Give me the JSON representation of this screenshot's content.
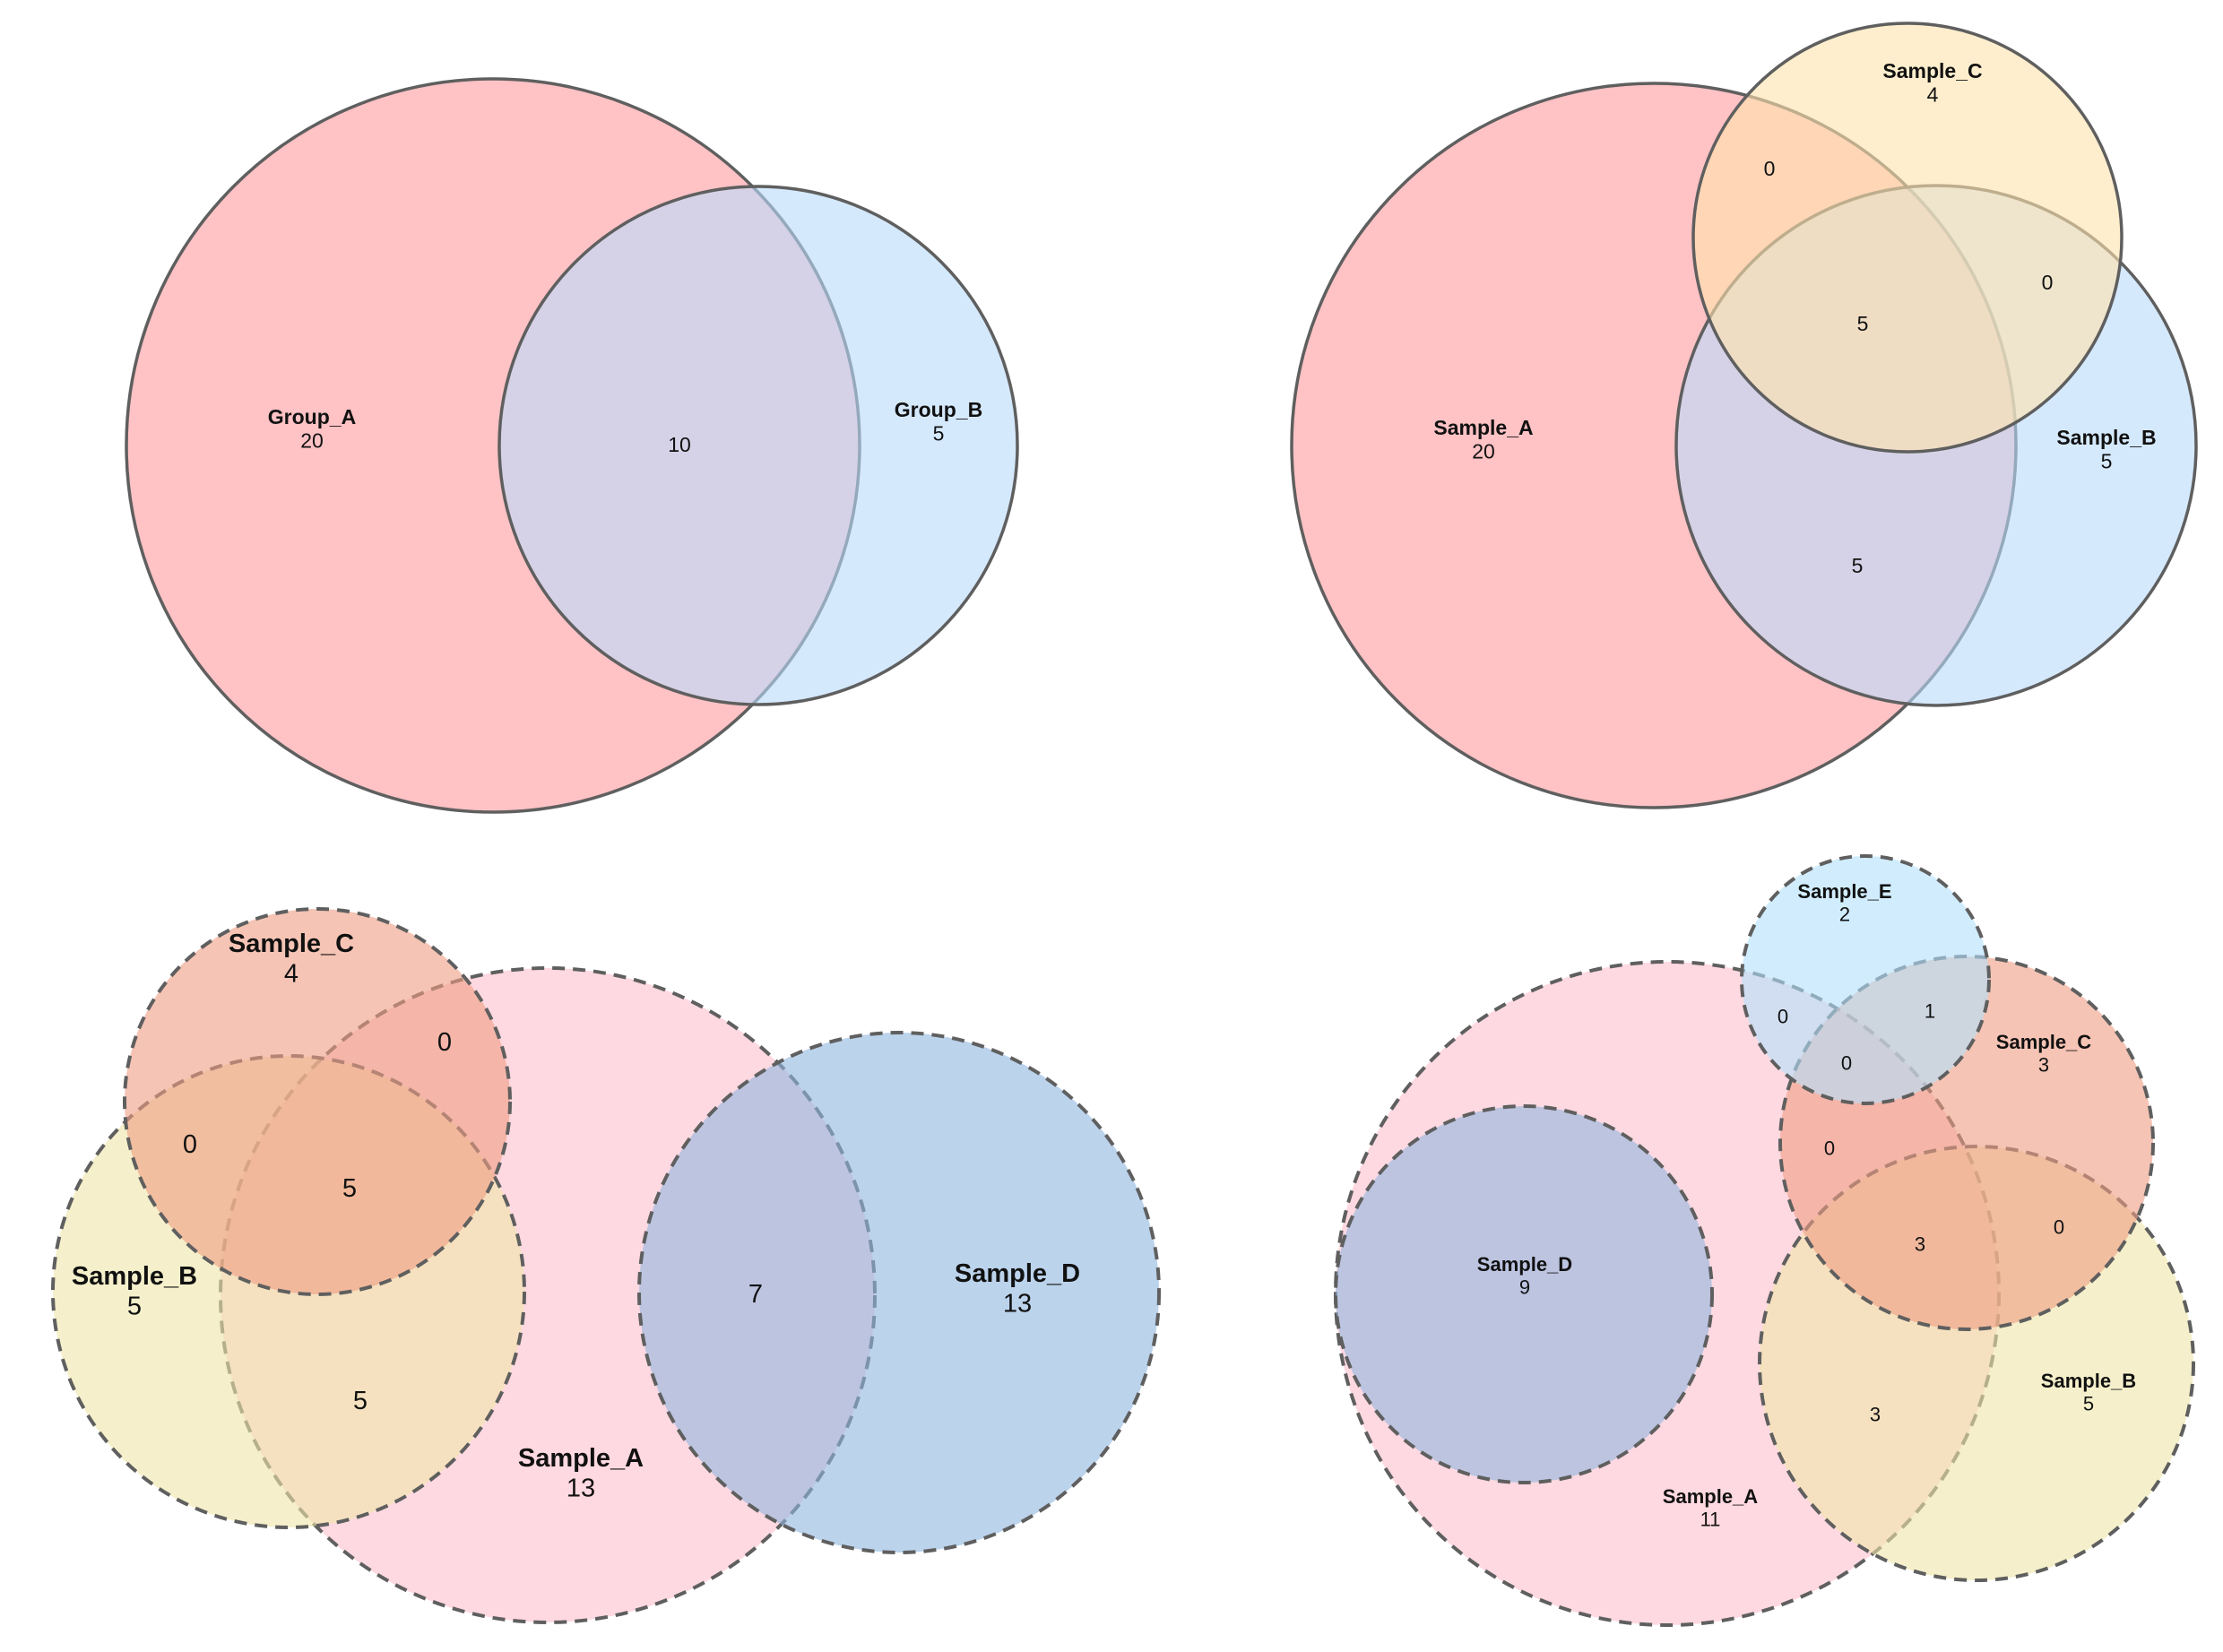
{
  "colors": {
    "stroke": "#5f5f5f",
    "text": "#111111",
    "background": "#ffffff"
  },
  "panels": [
    {
      "id": "panel-1",
      "line_style": "solid",
      "sets": [
        {
          "name": "Group_A",
          "count": "20",
          "color": "#ff9a9e"
        },
        {
          "name": "Group_B",
          "count": "5",
          "color": "#b9dbfb"
        }
      ],
      "intersections": [
        {
          "sets": [
            "Group_A",
            "Group_B"
          ],
          "count": "10"
        }
      ]
    },
    {
      "id": "panel-2",
      "line_style": "solid",
      "sets": [
        {
          "name": "Sample_A",
          "count": "20",
          "color": "#ff9a9e"
        },
        {
          "name": "Sample_B",
          "count": "5",
          "color": "#b9dbfb"
        },
        {
          "name": "Sample_C",
          "count": "4",
          "color": "#ffe2ab"
        }
      ],
      "intersections": [
        {
          "sets": [
            "Sample_A",
            "Sample_C"
          ],
          "count": "0"
        },
        {
          "sets": [
            "Sample_B",
            "Sample_C"
          ],
          "count": "0"
        },
        {
          "sets": [
            "Sample_A",
            "Sample_B",
            "Sample_C"
          ],
          "count": "5"
        },
        {
          "sets": [
            "Sample_A",
            "Sample_B"
          ],
          "count": "5"
        }
      ]
    },
    {
      "id": "panel-3",
      "line_style": "dashed",
      "sets": [
        {
          "name": "Sample_A",
          "count": "13",
          "color": "#ffc0cd"
        },
        {
          "name": "Sample_B",
          "count": "5",
          "color": "#eee6a8"
        },
        {
          "name": "Sample_C",
          "count": "4",
          "color": "#ee9d83"
        },
        {
          "name": "Sample_D",
          "count": "13",
          "color": "#8fb5e0"
        }
      ],
      "intersections": [
        {
          "sets": [
            "Sample_A",
            "Sample_C"
          ],
          "count": "0"
        },
        {
          "sets": [
            "Sample_B",
            "Sample_C"
          ],
          "count": "0"
        },
        {
          "sets": [
            "Sample_A",
            "Sample_B",
            "Sample_C"
          ],
          "count": "5"
        },
        {
          "sets": [
            "Sample_A",
            "Sample_B"
          ],
          "count": "5"
        },
        {
          "sets": [
            "Sample_A",
            "Sample_D"
          ],
          "count": "7"
        }
      ]
    },
    {
      "id": "panel-4",
      "line_style": "dashed",
      "sets": [
        {
          "name": "Sample_A",
          "count": "11",
          "color": "#ffc0cd"
        },
        {
          "name": "Sample_B",
          "count": "5",
          "color": "#eee6a8"
        },
        {
          "name": "Sample_C",
          "count": "3",
          "color": "#ee9d83"
        },
        {
          "name": "Sample_D",
          "count": "9",
          "color": "#8fb5e0"
        },
        {
          "name": "Sample_E",
          "count": "2",
          "color": "#b3e1fb"
        }
      ],
      "intersections": [
        {
          "sets": [
            "Sample_A",
            "Sample_E"
          ],
          "count": "0"
        },
        {
          "sets": [
            "Sample_C",
            "Sample_E"
          ],
          "count": "1"
        },
        {
          "sets": [
            "Sample_A",
            "Sample_C",
            "Sample_E"
          ],
          "count": "0"
        },
        {
          "sets": [
            "Sample_A",
            "Sample_C"
          ],
          "count": "0"
        },
        {
          "sets": [
            "Sample_A",
            "Sample_B",
            "Sample_C"
          ],
          "count": "3"
        },
        {
          "sets": [
            "Sample_B",
            "Sample_C"
          ],
          "count": "0"
        },
        {
          "sets": [
            "Sample_A",
            "Sample_B"
          ],
          "count": "3"
        }
      ]
    }
  ]
}
